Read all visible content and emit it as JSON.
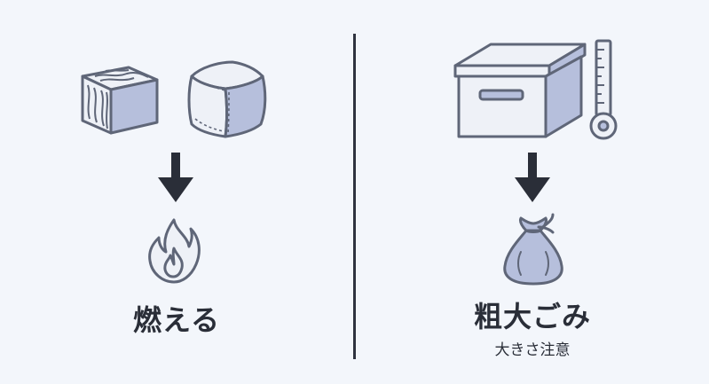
{
  "left": {
    "label": "燃える",
    "icons": [
      "wood-block-icon",
      "fabric-cube-icon",
      "down-arrow-icon",
      "flame-icon"
    ]
  },
  "right": {
    "label": "粗大ごみ",
    "note": "大きさ注意",
    "icons": [
      "storage-box-icon",
      "tape-measure-icon",
      "down-arrow-icon",
      "garbage-bag-icon"
    ]
  },
  "colors": {
    "stroke": "#5f6678",
    "fill": "#b6bfdc",
    "light": "#eef1f7",
    "arrow": "#2a2e38",
    "background": "#f3f6fb"
  }
}
